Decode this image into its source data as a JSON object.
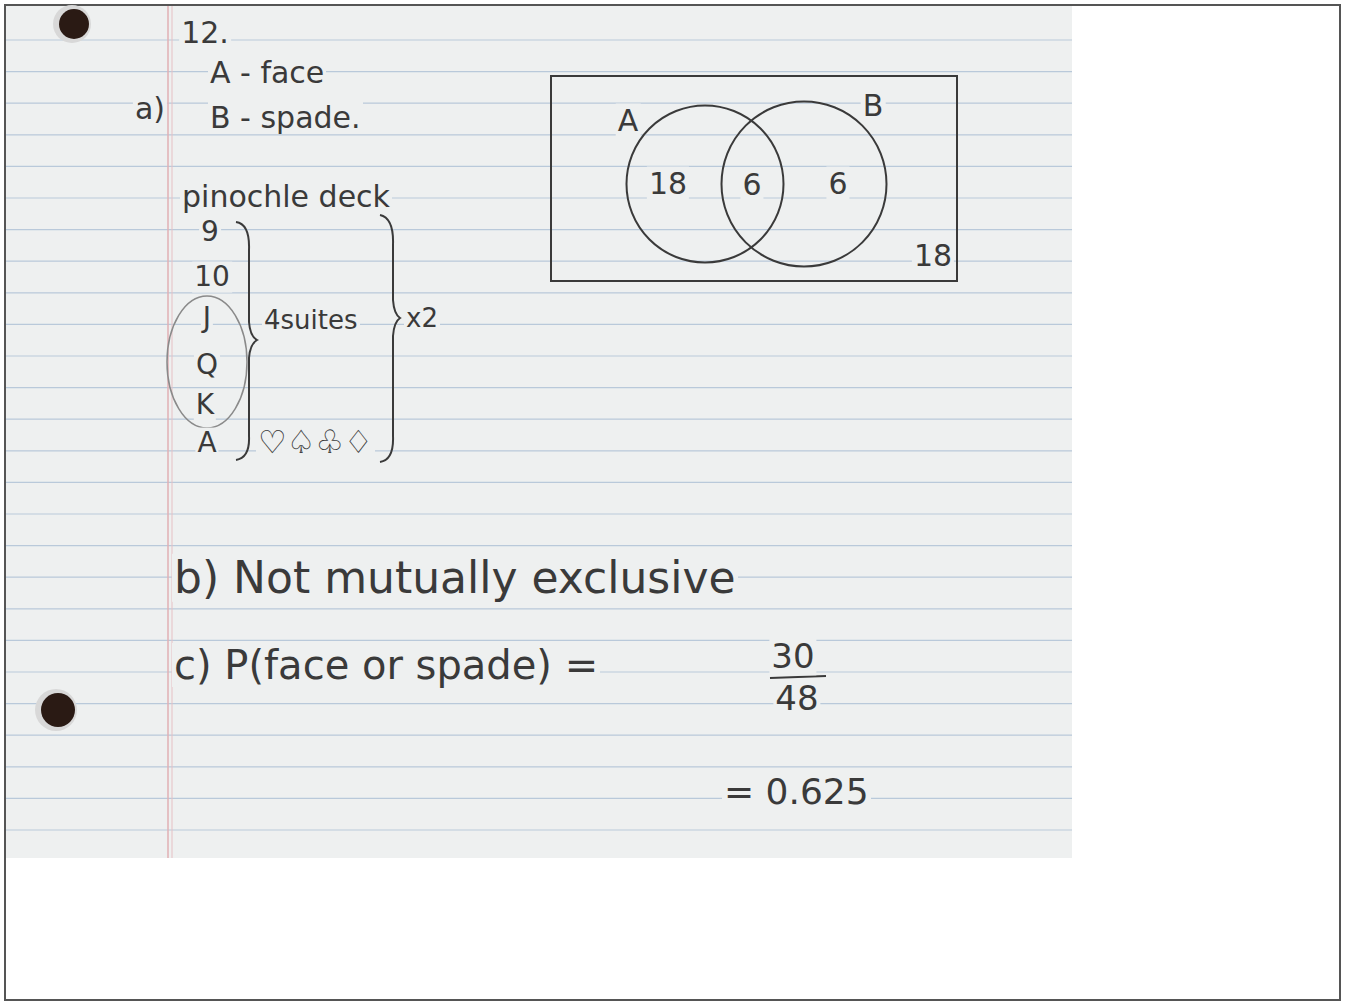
{
  "diagram": {
    "nodes": [
      {
        "text": [
          "18"
        ]
      },
      {
        "text": [
          "A",
          "18"
        ],
        "in": 0
      },
      {
        "text": [
          "B",
          "6"
        ],
        "in": 0
      }
    ],
    "labels": [
      "12.",
      "A - face",
      "a)",
      "B - spade.",
      "pinochle deck",
      "9",
      "10",
      "J",
      "Q",
      "K",
      "A",
      "4suites",
      "x2",
      "♡♤♧♢",
      "6",
      "b) Not mutually exclusive",
      "c) P(face or spade) =",
      "30",
      "48",
      "= 0.625"
    ]
  }
}
